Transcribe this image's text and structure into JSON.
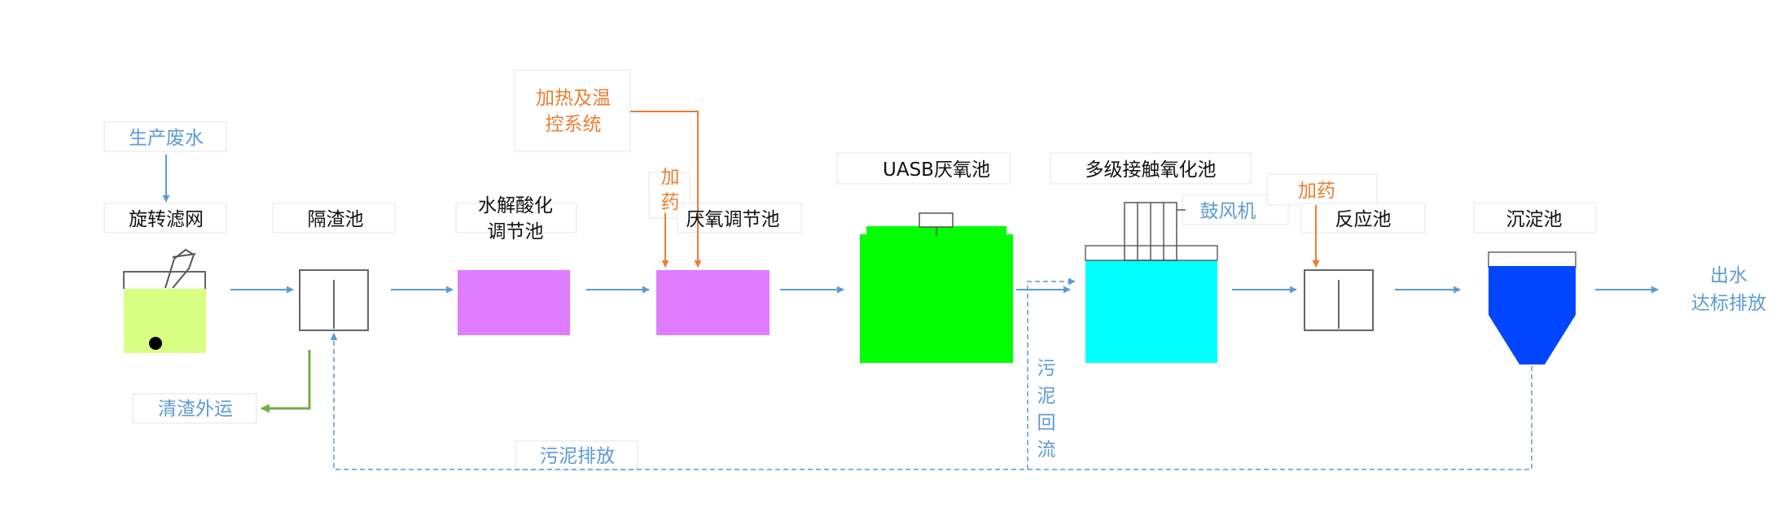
{
  "labels": {
    "source": "生产废水",
    "rotary_screen": "旋转滤网",
    "grit_tank": "隔渣池",
    "hydrolysis_tank_line1": "水解酸化",
    "hydrolysis_tank_line2": "调节池",
    "heating_line1": "加热及温",
    "heating_line2": "控系统",
    "dosing_left_line1": "加",
    "dosing_left_line2": "药",
    "anaerobic_adjust_tank": "厌氧调节池",
    "uasb": "UASB厌氧池",
    "contact_oxidation": "多级接触氧化池",
    "blower": "鼓风机",
    "dosing_right": "加药",
    "reaction_tank": "反应池",
    "settling_tank": "沉淀池",
    "effluent_line1": "出水",
    "effluent_line2": "达标排放",
    "slag_removal": "清渣外运",
    "sludge_discharge": "污泥排放",
    "sludge_return_1": "污",
    "sludge_return_2": "泥",
    "sludge_return_3": "回",
    "sludge_return_4": "流"
  },
  "colors": {
    "flow_arrow": "#5b9bd5",
    "dosing_arrow": "#ed7d31",
    "slag_arrow": "#70ad47",
    "rotary_screen_fill": "#d9ff84",
    "hydrolysis_fill": "#e07cff",
    "anaerobic_adjust_fill": "#e07cff",
    "uasb_fill": "#00ff00",
    "contact_oxidation_fill": "#00ffff",
    "settling_fill": "#0046ff",
    "label_black": "#111111",
    "label_blue": "#5b9bd5",
    "label_orange": "#ed7d31"
  }
}
